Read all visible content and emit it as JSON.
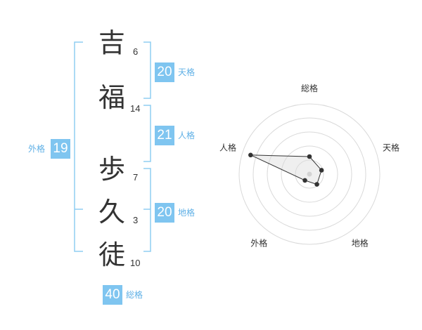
{
  "name_chars": [
    {
      "char": "吉",
      "strokes": "6"
    },
    {
      "char": "福",
      "strokes": "14"
    },
    {
      "char": "歩",
      "strokes": "7"
    },
    {
      "char": "久",
      "strokes": "3"
    },
    {
      "char": "徒",
      "strokes": "10"
    }
  ],
  "kakusu": {
    "tenkaku": {
      "value": "20",
      "label": "天格"
    },
    "jinkaku": {
      "value": "21",
      "label": "人格"
    },
    "chikaku": {
      "value": "20",
      "label": "地格"
    },
    "gaikaku": {
      "value": "19",
      "label": "外格"
    },
    "soukaku": {
      "value": "40",
      "label": "総格"
    }
  },
  "colors": {
    "accent": "#7fc5f0",
    "label": "#5fb0e6",
    "bracket": "#8fcdf2",
    "text": "#333333"
  },
  "chart_data": {
    "type": "radar",
    "axes": [
      "総格",
      "天格",
      "地格",
      "外格",
      "人格"
    ],
    "values": [
      1.25,
      0.9,
      0.9,
      0.55,
      4.4
    ],
    "rmax": 5,
    "rings": 5
  }
}
